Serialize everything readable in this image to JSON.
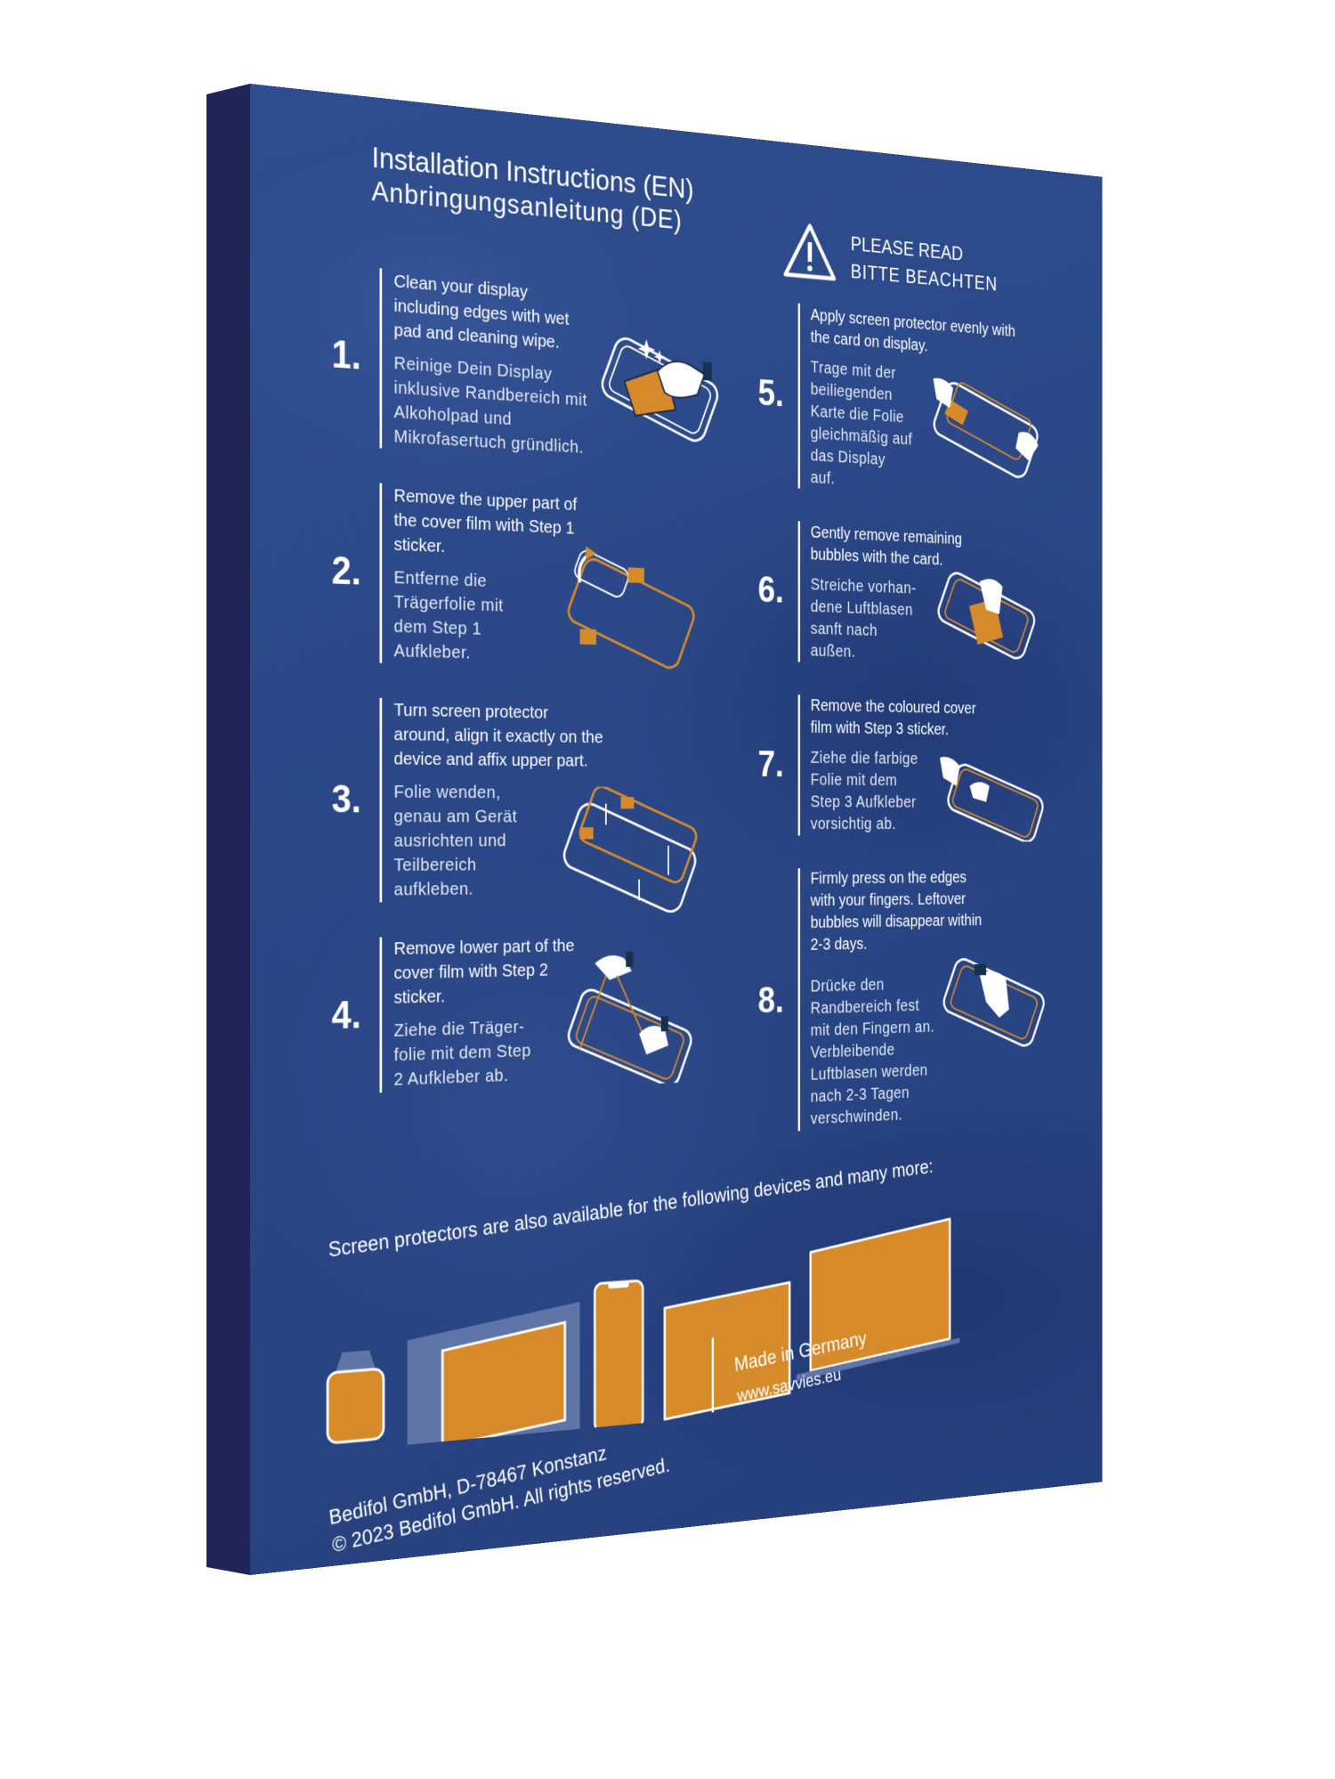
{
  "header": {
    "title_en": "Installation Instructions (EN)",
    "title_de": "Anbringungsanleitung (DE)"
  },
  "warning": {
    "icon": "warning-triangle-icon",
    "en": "PLEASE READ",
    "de": "BITTE BEACHTEN"
  },
  "steps": [
    {
      "number": "1.",
      "en": "Clean your display including edges with wet pad and cleaning wipe.",
      "de": "Reinige Dein Display inklusive Randbereich mit Alkoholpad und Mikrofasertuch gründlich."
    },
    {
      "number": "2.",
      "en": "Remove the upper part of the cover film with Step 1 sticker.",
      "de": "Entferne die Trägerfolie mit dem Step 1 Aufkleber."
    },
    {
      "number": "3.",
      "en": "Turn screen protector around, align it exactly on the device and affix upper part.",
      "de": "Folie wenden, genau am Gerät ausrichten und Teilbereich aufkleben."
    },
    {
      "number": "4.",
      "en": "Remove lower part of the cover film with Step 2 sticker.",
      "de": "Ziehe die Träger- folie mit dem Step 2 Aufkleber ab."
    },
    {
      "number": "5.",
      "en": "Apply screen protector evenly with the card on display.",
      "de": "Trage mit der beiliegenden Karte die Folie gleichmäßig auf das Display auf."
    },
    {
      "number": "6.",
      "en": "Gently remove remaining bubbles with the card.",
      "de": "Streiche vorhan- dene Luftblasen sanft nach außen."
    },
    {
      "number": "7.",
      "en": "Remove the coloured cover film with Step 3 sticker.",
      "de": "Ziehe die farbige Folie mit dem Step 3 Aufkleber vorsichtig ab."
    },
    {
      "number": "8.",
      "en": "Firmly press on the edges with your fingers. Leftover bubbles will disappear within 2-3 days.",
      "de": "Drücke den Randbereich fest mit den Fingern an. Verbleibende Luftblasen werden nach 2-3 Tagen verschwinden."
    }
  ],
  "devices": {
    "caption": "Screen protectors are also available for the following devices and many more:",
    "items": [
      "smartwatch-icon",
      "camera-icon",
      "smartphone-icon",
      "tablet-icon",
      "laptop-icon"
    ]
  },
  "footer": {
    "company": "Bedifol GmbH, D-78467 Konstanz",
    "copyright": "© 2023 Bedifol GmbH. All rights reserved.",
    "made_in": "Made in Germany",
    "website": "www.savvies.eu"
  },
  "colors": {
    "background": "#2b4785",
    "spine": "#1f2556",
    "accent_orange": "#d68a2a",
    "device_gray": "#5f75a8",
    "text": "#ffffff"
  }
}
